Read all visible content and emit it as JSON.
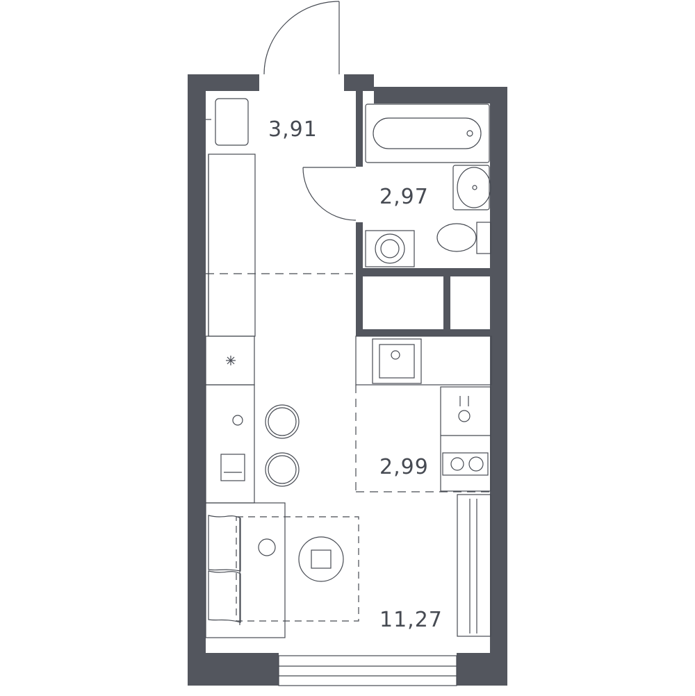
{
  "plan": {
    "wall_color": "#53565e",
    "line_color": "#464a52",
    "background": "#ffffff",
    "rooms": [
      {
        "id": "hallway",
        "area": "3,91"
      },
      {
        "id": "bathroom",
        "area": "2,97"
      },
      {
        "id": "kitchen",
        "area": "2,99"
      },
      {
        "id": "living-room",
        "area": "11,27"
      }
    ]
  }
}
